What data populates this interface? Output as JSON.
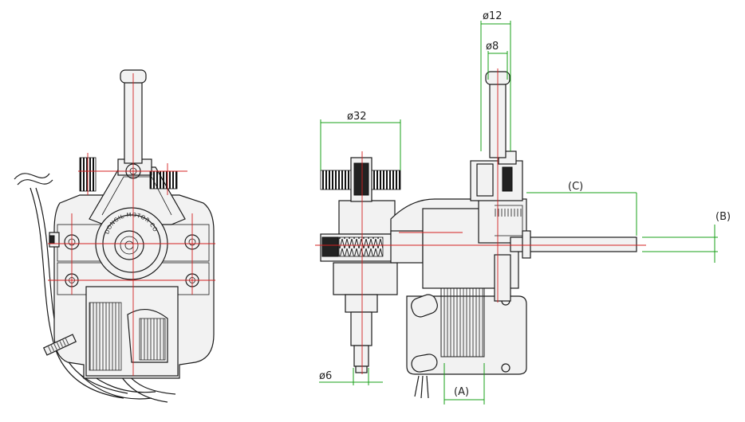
{
  "dimensions": {
    "d12": "ø12",
    "d8": "ø8",
    "d32": "ø32",
    "d6": "ø6",
    "a": "(A)",
    "b": "(B)",
    "c": "(C)"
  },
  "front_view": {
    "brand_label": "DONGIL MOTOR CO"
  },
  "colors": {
    "centerline": "#d42020",
    "dimension": "#19a019",
    "outline": "#1a1a1a"
  }
}
